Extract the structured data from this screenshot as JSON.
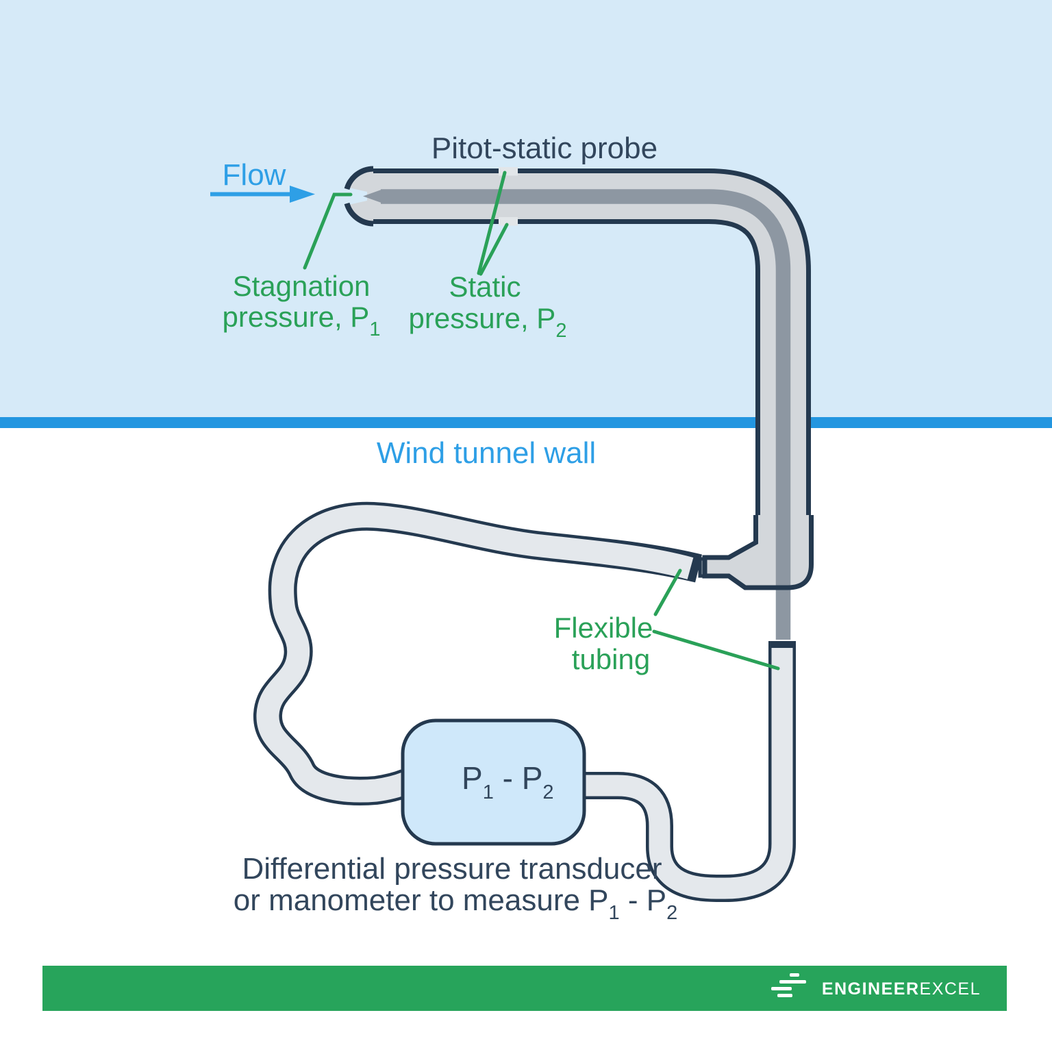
{
  "title": "Pitot-static probe",
  "flow_label": "Flow",
  "stagnation": {
    "line1": "Stagnation",
    "line2": "pressure, P",
    "sub": "1"
  },
  "static_label": {
    "line1": "Static",
    "line2": "pressure, P",
    "sub": "2"
  },
  "wall_label": "Wind tunnel wall",
  "flexible": {
    "line1": "Flexible",
    "line2": "tubing"
  },
  "transducer": {
    "p": "P",
    "sub1": "1",
    "mid": " - P",
    "sub2": "2"
  },
  "caption": {
    "line1": "Differential pressure transducer",
    "line2_prefix": "or manometer to measure P",
    "sub1": "1",
    "mid": " - P",
    "sub2": "2"
  },
  "footer": {
    "brand_bold": "ENGINEER",
    "brand_light": "EXCEL"
  },
  "colors": {
    "sky": "#d6eaf8",
    "wall": "#2396e0",
    "blue": "#2e9fe6",
    "green": "#2aa158",
    "navy": "#24394f",
    "text_navy": "#32465c",
    "tube_light": "#d3d7db",
    "tube_dark": "#8d97a2",
    "flex_fill": "#e4e8ec",
    "box_fill": "#cfe8fa",
    "footer": "#27a45b",
    "port_gap": "#e2e6e9",
    "spout": "#98a2ac",
    "white": "#ffffff",
    "bg": "#ffffff"
  }
}
